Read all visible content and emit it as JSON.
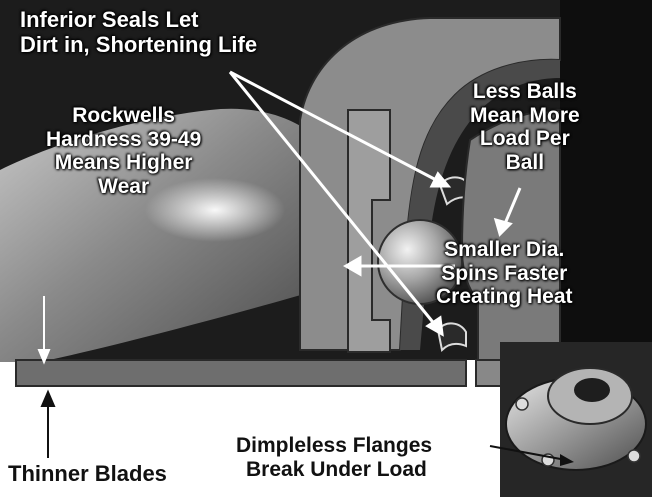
{
  "callouts": {
    "seals": [
      "Inferior Seals Let",
      "Dirt in, Shortening Life"
    ],
    "hardness": [
      "Rockwells",
      "Hardness 39-49",
      "Means Higher",
      "Wear"
    ],
    "balls": [
      "Less Balls",
      "Mean More",
      "Load Per",
      "Ball"
    ],
    "diameter": [
      "Smaller Dia.",
      "Spins Faster",
      "Creating Heat"
    ],
    "flanges": [
      "Dimpleless Flanges",
      "Break Under Load"
    ],
    "blades": "Thinner Blades"
  },
  "colors": {
    "metal": "#8f8f8f",
    "shadow": "#3a3a3a",
    "highlight": "#e2e2e2",
    "bearing_body": "#606060"
  }
}
